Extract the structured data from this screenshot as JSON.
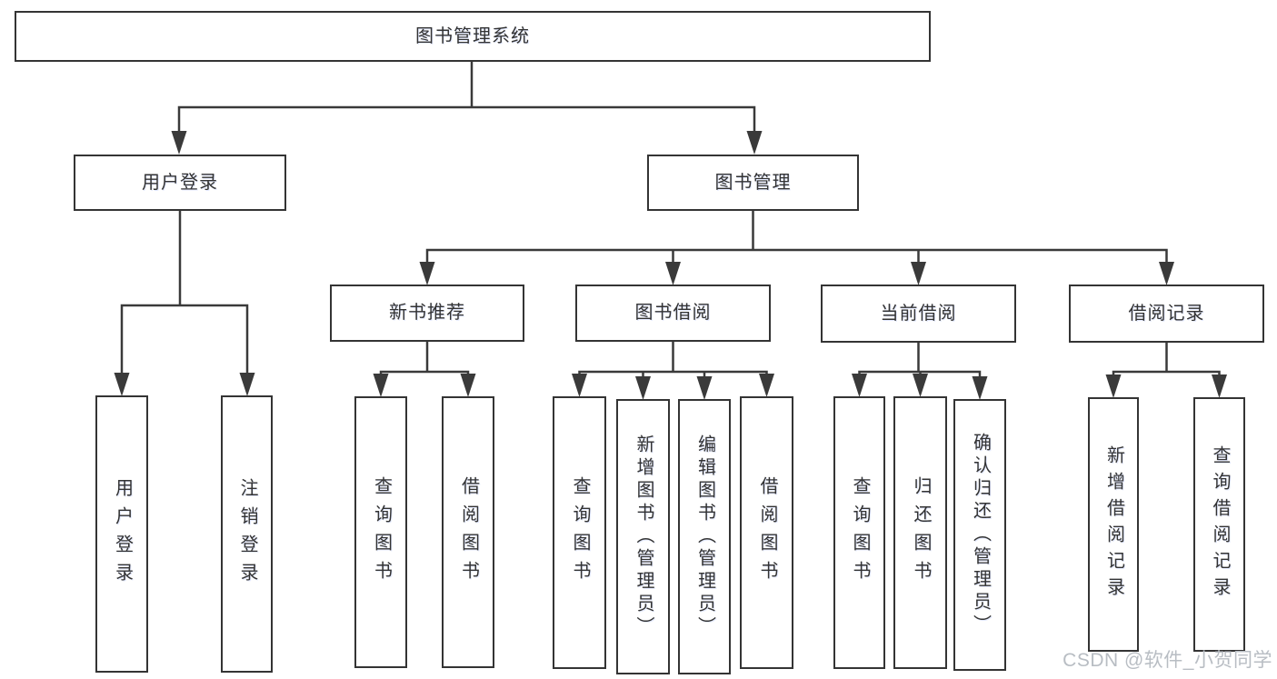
{
  "diagram": {
    "root_label": "图书管理系统",
    "level2": {
      "user_login": "用户登录",
      "book_mgmt": "图书管理"
    },
    "level3": {
      "new_books": "新书推荐",
      "borrowing": "图书借阅",
      "current": "当前借阅",
      "records": "借阅记录"
    },
    "leaves": {
      "user_login": [
        "用户登录",
        "注销登录"
      ],
      "new_books": [
        "查询图书",
        "借阅图书"
      ],
      "borrowing": [
        "查询图书",
        "新增图书（管理员）",
        "编辑图书（管理员）",
        "借阅图书"
      ],
      "current": [
        "查询图书",
        "归还图书",
        "确认归还（管理员）"
      ],
      "records": [
        "新增借阅记录",
        "查询借阅记录"
      ]
    }
  },
  "watermark": {
    "text": "CSDN @软件_小贺同学"
  },
  "colors": {
    "line": "#3a3a3a",
    "box_border": "#343434",
    "text": "#333333",
    "watermark": "#b8bdc3",
    "background": "#ffffff"
  }
}
